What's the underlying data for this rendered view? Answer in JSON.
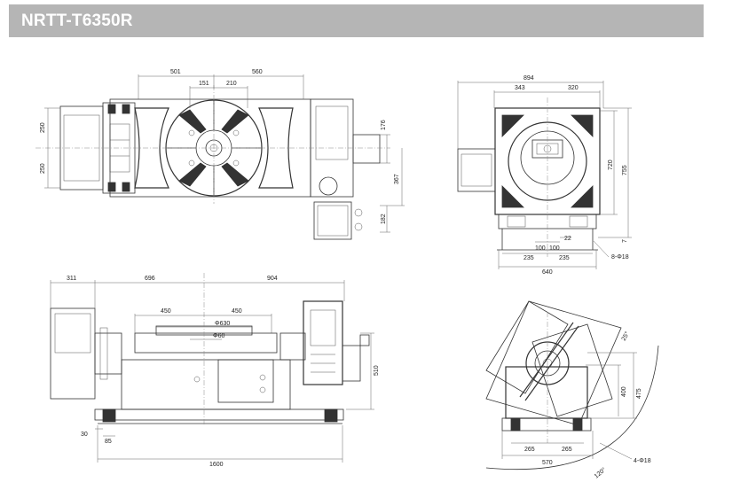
{
  "title": "NRTT-T6350R",
  "views": {
    "top": {
      "dims": {
        "d501": "501",
        "d560": "560",
        "d151": "151",
        "d210": "210",
        "d250a": "250",
        "d250b": "250",
        "d176": "176",
        "d367": "367",
        "d182": "182"
      }
    },
    "front": {
      "dims": {
        "d311": "311",
        "d696": "696",
        "d904": "904",
        "d450a": "450",
        "d450b": "450",
        "d630": "Φ630",
        "d60": "Φ60",
        "d510": "510",
        "d30": "30",
        "d85": "85",
        "d1600": "1600"
      }
    },
    "side": {
      "dims": {
        "d894": "894",
        "d343": "343",
        "d320": "320",
        "d720": "720",
        "d755": "755",
        "d7": "7",
        "d22": "22",
        "d100a": "100",
        "d100b": "100",
        "d235a": "235",
        "d235b": "235",
        "d640": "640",
        "d8phi18": "8-Φ18"
      }
    },
    "tilt": {
      "dims": {
        "d25": "25°",
        "d400": "400",
        "d475": "475",
        "d265a": "265",
        "d265b": "265",
        "d570": "570",
        "d120": "120°",
        "d4phi18": "4-Φ18"
      }
    }
  }
}
